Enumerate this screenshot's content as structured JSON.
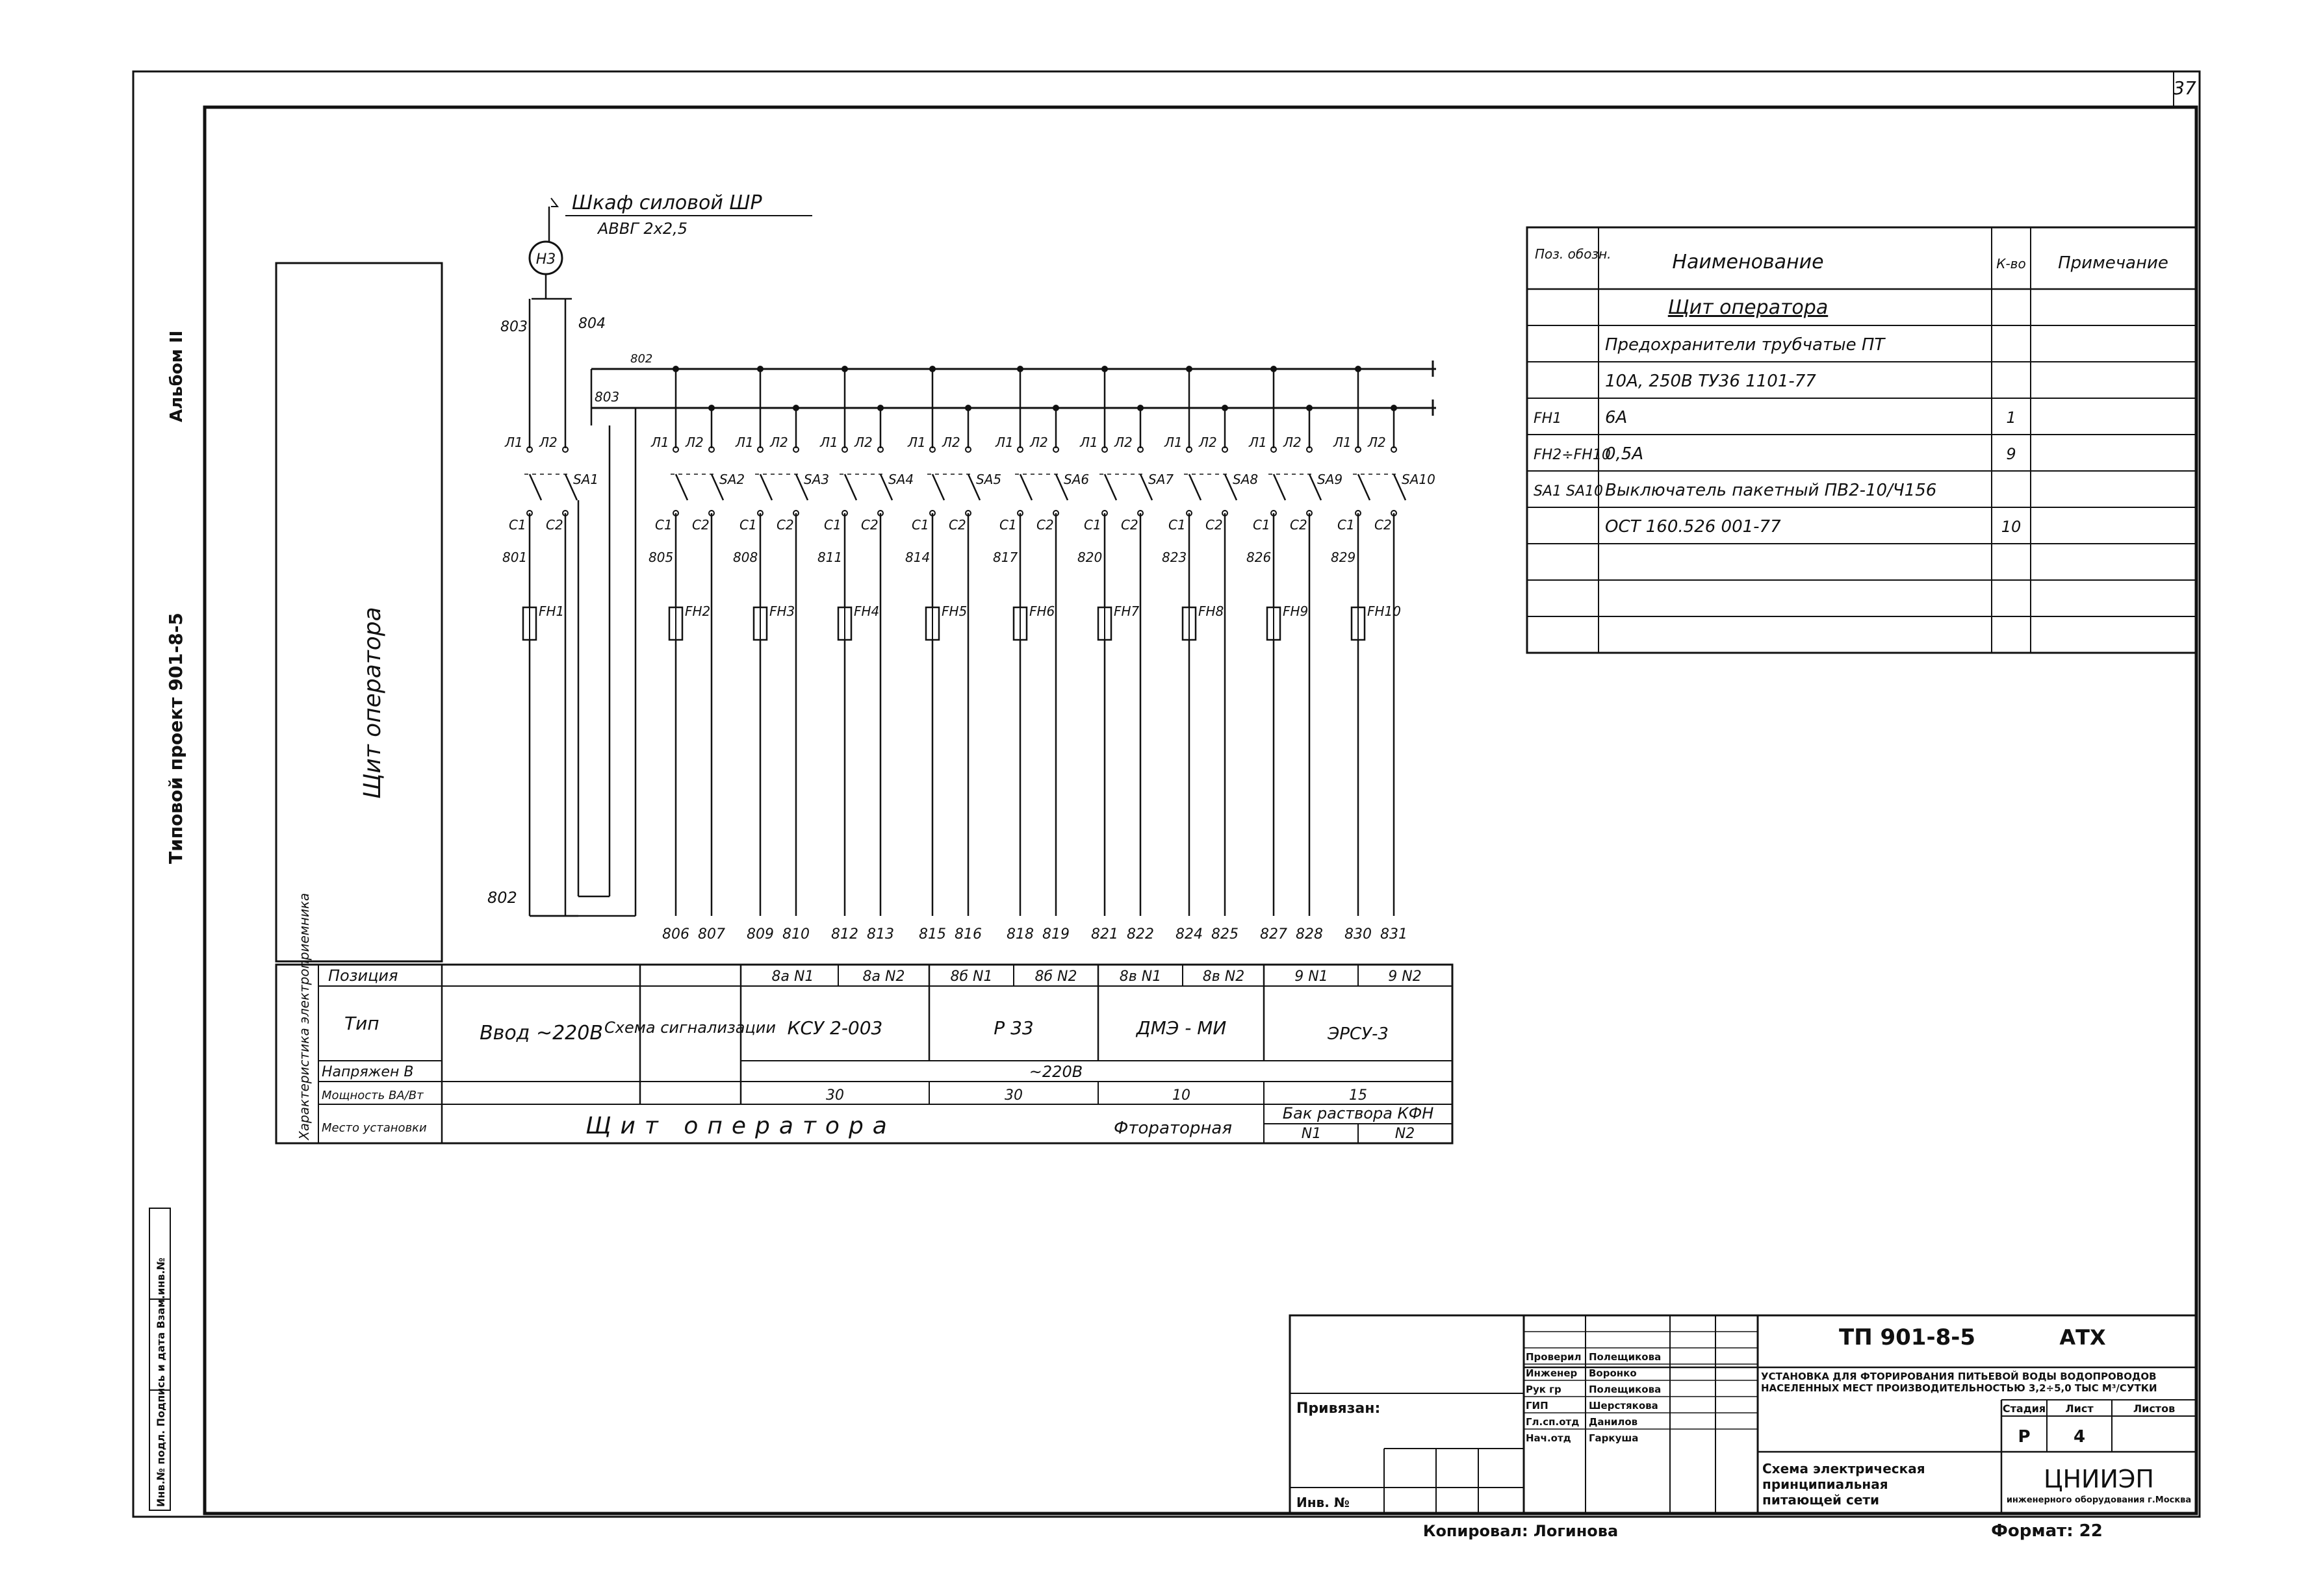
{
  "sheet": {
    "page_number": "37",
    "side_project": "Типовой проект 901-8-5",
    "side_album": "Альбом II",
    "side_stamp": "Инв.№ подл.  Подпись и дата  Взам.инв.№",
    "copied_by": "Копировал: Логинова",
    "format": "Формат: 22"
  },
  "diagram": {
    "source_label": "Шкаф силовой ШР",
    "cable_label": "АВВГ 2х2,5",
    "meter_label": "Н3",
    "top_wires": [
      "803",
      "804"
    ],
    "bus_labels": [
      "802",
      "803"
    ],
    "panel_title": "Щит оператора",
    "switch_terminals": [
      "Л1",
      "Л2"
    ],
    "contact_labels": [
      "С1",
      "С2"
    ],
    "switches": [
      "SA1",
      "SA2",
      "SA3",
      "SA4",
      "SA5",
      "SA6",
      "SA7",
      "SA8",
      "SA9",
      "SA10"
    ],
    "fuses": [
      "FH1",
      "FH2",
      "FH3",
      "FH4",
      "FH5",
      "FH6",
      "FH7",
      "FH8",
      "FH9",
      "FH10"
    ],
    "mid_wires": [
      "801",
      "805",
      "808",
      "811",
      "814",
      "817",
      "820",
      "823",
      "826",
      "829"
    ],
    "first_bottom_label": "802",
    "bottom_wires": [
      "806",
      "807",
      "809",
      "810",
      "812",
      "813",
      "815",
      "816",
      "818",
      "819",
      "821",
      "822",
      "824",
      "825",
      "827",
      "828",
      "830",
      "831"
    ]
  },
  "char_table": {
    "side_label": "Характеристика электроприемника",
    "row_labels": [
      "Позиция",
      "Тип",
      "Напряжен В",
      "Мощность ВА/Вт",
      "Место установки"
    ],
    "intro": "Ввод ~220В",
    "scheme": "Схема сигнализации",
    "positions": [
      "8а N1",
      "8а N2",
      "8б N1",
      "8б N2",
      "8в N1",
      "8в N2",
      "9 N1",
      "9 N2"
    ],
    "types": [
      "КСУ 2-003",
      "Р 33",
      "ДМЭ - МИ",
      "ЭРСУ-3"
    ],
    "voltage": "~220В",
    "powers": [
      "30",
      "30",
      "10",
      "15"
    ],
    "place_main": "Щит оператора",
    "place_chlor": "Фтораторная",
    "place_tank": "Бак раствора КФН",
    "place_tank_nums": [
      "N1",
      "N2"
    ]
  },
  "spec_table": {
    "headers": [
      "Поз. обозн.",
      "Наименование",
      "К-во",
      "Примечание"
    ],
    "rows": [
      {
        "pos": "",
        "name": "Щит оператора",
        "qty": "",
        "note": ""
      },
      {
        "pos": "",
        "name": "Предохранители трубчатые ПТ",
        "qty": "",
        "note": ""
      },
      {
        "pos": "",
        "name": "10А, 250В  ТУ36  1101-77",
        "qty": "",
        "note": ""
      },
      {
        "pos": "FH1",
        "name": "6А",
        "qty": "1",
        "note": ""
      },
      {
        "pos": "FH2÷FH10",
        "name": "0,5А",
        "qty": "9",
        "note": ""
      },
      {
        "pos": "SA1 SA10",
        "name": "Выключатель пакетный ПВ2-10/Ч156",
        "qty": "",
        "note": ""
      },
      {
        "pos": "",
        "name": "ОСТ 160.526 001-77",
        "qty": "10",
        "note": ""
      },
      {
        "pos": "",
        "name": "",
        "qty": "",
        "note": ""
      },
      {
        "pos": "",
        "name": "",
        "qty": "",
        "note": ""
      },
      {
        "pos": "",
        "name": "",
        "qty": "",
        "note": ""
      }
    ]
  },
  "title_block": {
    "code": "ТП 901-8-5",
    "mark": "АТХ",
    "project_title": "Установка для фторирования питьевой воды водопроводов населенных мест производительностью 3,2÷5,0 тыс м³/сутки",
    "stage_label": "Стадия",
    "sheet_label": "Лист",
    "sheets_label": "Листов",
    "stage": "Р",
    "sheet": "4",
    "drawing_title": [
      "Схема электрическая",
      "принципиальная",
      "питающей сети"
    ],
    "org": "ЦНИИЭП",
    "org_sub": "инженерного оборудования г.Москва",
    "attached": "Привязан:",
    "inv": "Инв. №",
    "roles": [
      "Проверил",
      "Инженер",
      "Рук гр",
      "ГИП",
      "Гл.сп.отд",
      "Нач.отд"
    ],
    "names": [
      "Полещикова",
      "Воронко",
      "Полещикова",
      "Шерстякова",
      "Данилов",
      "Гаркуша"
    ]
  }
}
